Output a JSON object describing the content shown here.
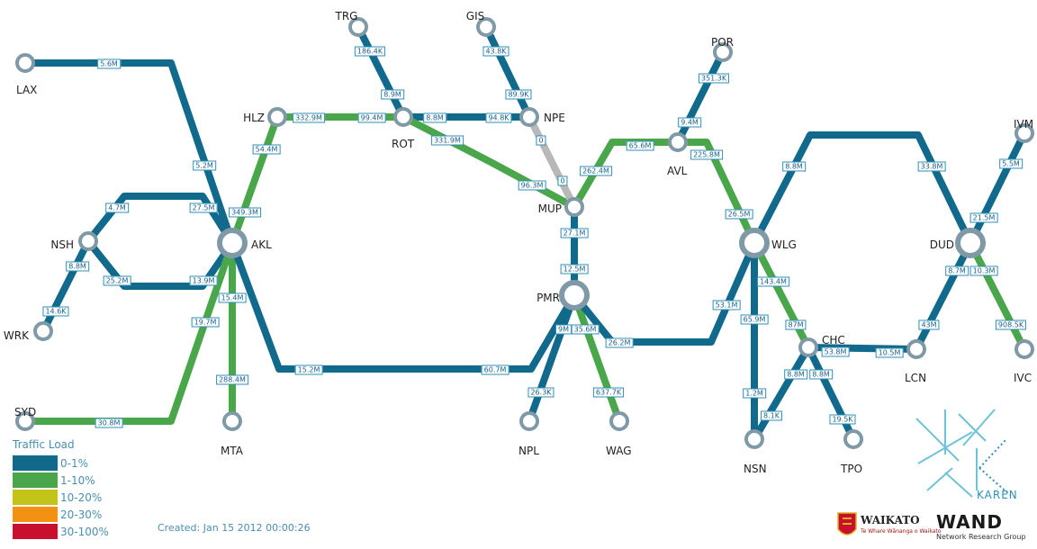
{
  "nodes": [
    {
      "id": "LAX",
      "label": "LAX",
      "hub": false
    },
    {
      "id": "HLZ",
      "label": "HLZ",
      "hub": false
    },
    {
      "id": "TRG",
      "label": "TRG",
      "hub": false
    },
    {
      "id": "ROT",
      "label": "ROT",
      "hub": false
    },
    {
      "id": "GIS",
      "label": "GIS",
      "hub": false
    },
    {
      "id": "NPE",
      "label": "NPE",
      "hub": false
    },
    {
      "id": "POR",
      "label": "POR",
      "hub": false
    },
    {
      "id": "AVL",
      "label": "AVL",
      "hub": false
    },
    {
      "id": "MUP",
      "label": "MUP",
      "hub": false
    },
    {
      "id": "NSH",
      "label": "NSH",
      "hub": false
    },
    {
      "id": "AKL",
      "label": "AKL",
      "hub": true
    },
    {
      "id": "WRK",
      "label": "WRK",
      "hub": false
    },
    {
      "id": "SYD",
      "label": "SYD",
      "hub": false
    },
    {
      "id": "MTA",
      "label": "MTA",
      "hub": false
    },
    {
      "id": "PMR",
      "label": "PMR",
      "hub": true
    },
    {
      "id": "NPL",
      "label": "NPL",
      "hub": false
    },
    {
      "id": "WAG",
      "label": "WAG",
      "hub": false
    },
    {
      "id": "WLG",
      "label": "WLG",
      "hub": true
    },
    {
      "id": "CHC",
      "label": "CHC",
      "hub": false
    },
    {
      "id": "NSN",
      "label": "NSN",
      "hub": false
    },
    {
      "id": "TPO",
      "label": "TPO",
      "hub": false
    },
    {
      "id": "DUD",
      "label": "DUD",
      "hub": true
    },
    {
      "id": "LCN",
      "label": "LCN",
      "hub": false
    },
    {
      "id": "IVM",
      "label": "IVM",
      "hub": false
    },
    {
      "id": "IVC",
      "label": "IVC",
      "hub": false
    }
  ],
  "links": [
    {
      "from": "LAX",
      "to": "AKL",
      "values": [
        "5.6M",
        "5.2M"
      ],
      "load": "0-1%"
    },
    {
      "from": "HLZ",
      "to": "ROT",
      "values": [
        "332.9M",
        "99.4M"
      ],
      "load": "1-10%"
    },
    {
      "from": "HLZ",
      "to": "AKL",
      "values": [
        "54.4M",
        "349.3M"
      ],
      "load": "1-10%"
    },
    {
      "from": "TRG",
      "to": "ROT",
      "values": [
        "186.4K",
        "8.9M"
      ],
      "load": "0-1%"
    },
    {
      "from": "ROT",
      "to": "NPE",
      "values": [
        "8.8M",
        "94.8K"
      ],
      "load": "0-1%"
    },
    {
      "from": "ROT",
      "to": "MUP",
      "values": [
        "331.9M",
        "96.3M"
      ],
      "load": "1-10%"
    },
    {
      "from": "GIS",
      "to": "NPE",
      "values": [
        "43.8K",
        "89.9K"
      ],
      "load": "0-1%"
    },
    {
      "from": "NPE",
      "to": "MUP",
      "values": [
        "0",
        "0"
      ],
      "load": "no data"
    },
    {
      "from": "POR",
      "to": "AVL",
      "values": [
        "351.3K",
        "9.4M"
      ],
      "load": "0-1%"
    },
    {
      "from": "AVL",
      "to": "MUP",
      "values": [
        "65.6M",
        "262.4M"
      ],
      "load": "1-10%"
    },
    {
      "from": "AVL",
      "to": "WLG",
      "values": [
        "225.8M",
        "26.5M"
      ],
      "load": "1-10%"
    },
    {
      "from": "NSH",
      "to": "AKL",
      "values": [
        "4.7M",
        "27.5M"
      ],
      "load": "0-1%"
    },
    {
      "from": "NSH",
      "to": "AKL",
      "values": [
        "25.2M",
        "13.9M"
      ],
      "load": "0-1%"
    },
    {
      "from": "WRK",
      "to": "NSH",
      "values": [
        "14.6K",
        "8.8M"
      ],
      "load": "0-1%"
    },
    {
      "from": "SYD",
      "to": "AKL",
      "values": [
        "30.8M",
        "19.7M"
      ],
      "load": "1-10%"
    },
    {
      "from": "AKL",
      "to": "MTA",
      "values": [
        "15.4M",
        "288.4M"
      ],
      "load": "1-10%"
    },
    {
      "from": "AKL",
      "to": "PMR",
      "values": [
        "15.2M",
        "60.7M"
      ],
      "load": "0-1%"
    },
    {
      "from": "MUP",
      "to": "PMR",
      "values": [
        "27.1M",
        "12.5M"
      ],
      "load": "0-1%"
    },
    {
      "from": "PMR",
      "to": "NPL",
      "values": [
        "9M",
        "26.3K"
      ],
      "load": "0-1%"
    },
    {
      "from": "PMR",
      "to": "WAG",
      "values": [
        "35.6M",
        "637.7K"
      ],
      "load": "1-10%"
    },
    {
      "from": "PMR",
      "to": "WLG",
      "values": [
        "26.2M",
        "53.1M"
      ],
      "load": "0-1%"
    },
    {
      "from": "WLG",
      "to": "DUD",
      "values": [
        "8.8M",
        "33.8M"
      ],
      "load": "0-1%"
    },
    {
      "from": "WLG",
      "to": "CHC",
      "values": [
        "143.4M",
        "87M"
      ],
      "load": "1-10%"
    },
    {
      "from": "WLG",
      "to": "NSN",
      "values": [
        "65.9M",
        "1.2M"
      ],
      "load": "0-1%"
    },
    {
      "from": "CHC",
      "to": "LCN",
      "values": [
        "53.8M",
        "10.5M"
      ],
      "load": "0-1%"
    },
    {
      "from": "CHC",
      "to": "NSN",
      "values": [
        "8.8M",
        "8.1K"
      ],
      "load": "0-1%"
    },
    {
      "from": "CHC",
      "to": "TPO",
      "values": [
        "8.8M",
        "19.5K"
      ],
      "load": "0-1%"
    },
    {
      "from": "DUD",
      "to": "IVM",
      "values": [
        "21.5M",
        "5.5M"
      ],
      "load": "0-1%"
    },
    {
      "from": "DUD",
      "to": "LCN",
      "values": [
        "8.7M",
        "43M"
      ],
      "load": "0-1%"
    },
    {
      "from": "DUD",
      "to": "IVC",
      "values": [
        "10.3M",
        "908.5K"
      ],
      "load": "1-10%"
    }
  ],
  "legend": {
    "title": "Traffic Load",
    "items": [
      {
        "label": "0-1%",
        "color": "#11698c"
      },
      {
        "label": "1-10%",
        "color": "#4aa64a"
      },
      {
        "label": "10-20%",
        "color": "#c3c318"
      },
      {
        "label": "20-30%",
        "color": "#f39212"
      },
      {
        "label": "30-100%",
        "color": "#c8102e"
      }
    ]
  },
  "no_data_color": "#b8b8b8",
  "node_color": "#7f99a6",
  "created": "Created: Jan 15 2012 00:00:26",
  "logos": {
    "karen": "KAREN",
    "waikato_name": "WAIKATO",
    "waikato_sub": "Te Whare Wānanga o Waikato",
    "wand": "WAND",
    "wand_sub": "Network Research Group"
  }
}
